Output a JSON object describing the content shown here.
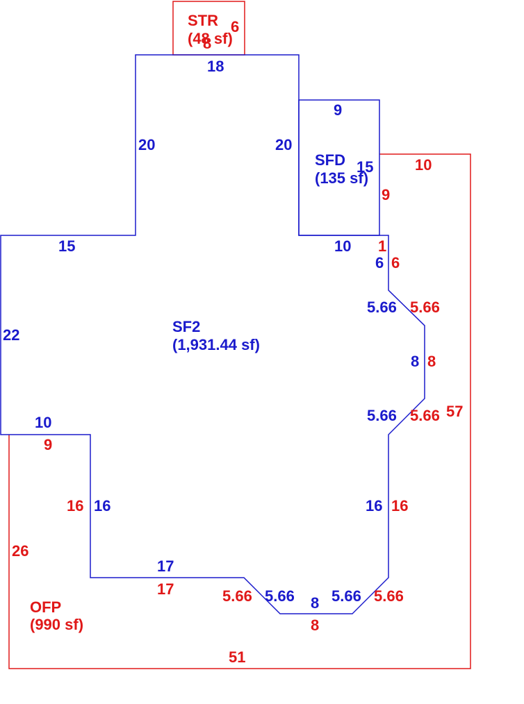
{
  "colors": {
    "blue": "#1a1acc",
    "red": "#e01818",
    "background": "#ffffff"
  },
  "areas": {
    "str": {
      "code": "STR",
      "area": "(48 sf)"
    },
    "sfd": {
      "code": "SFD",
      "area": "(135 sf)"
    },
    "sf2": {
      "code": "SF2",
      "area": "(1,931.44 sf)"
    },
    "ofp": {
      "code": "OFP",
      "area": "(990 sf)"
    }
  },
  "dimensions": {
    "str_right": "6",
    "str_bottom": "8",
    "sf2_top": "18",
    "sf2_upper_left": "20",
    "sf2_upper_right": "20",
    "sfd_top": "9",
    "sfd_right": "15",
    "sfd_bottom": "10",
    "ofp_top_right": "10",
    "ofp_right_9": "9",
    "ofp_right_1": "1",
    "sf2_left_top": "15",
    "sf2_left": "22",
    "sf2_step_bottom": "10",
    "ofp_step_bottom": "9",
    "sf2_right_6": "6",
    "ofp_right_6": "6",
    "sf2_diag_upper": "5.66",
    "ofp_diag_upper": "5.66",
    "sf2_right_8": "8",
    "ofp_right_8": "8",
    "sf2_diag_lower": "5.66",
    "ofp_diag_lower": "5.66",
    "ofp_right_57": "57",
    "ofp_left_16": "16",
    "sf2_left_16": "16",
    "sf2_right_16": "16",
    "ofp_right_16": "16",
    "ofp_left_26": "26",
    "sf2_bottom_17": "17",
    "ofp_bottom_17": "17",
    "ofp_bottom_diag_left": "5.66",
    "sf2_bottom_diag_left": "5.66",
    "sf2_bottom_8": "8",
    "ofp_bottom_8": "8",
    "sf2_bottom_diag_right": "5.66",
    "ofp_bottom_diag_right": "5.66",
    "ofp_bottom_51": "51"
  }
}
